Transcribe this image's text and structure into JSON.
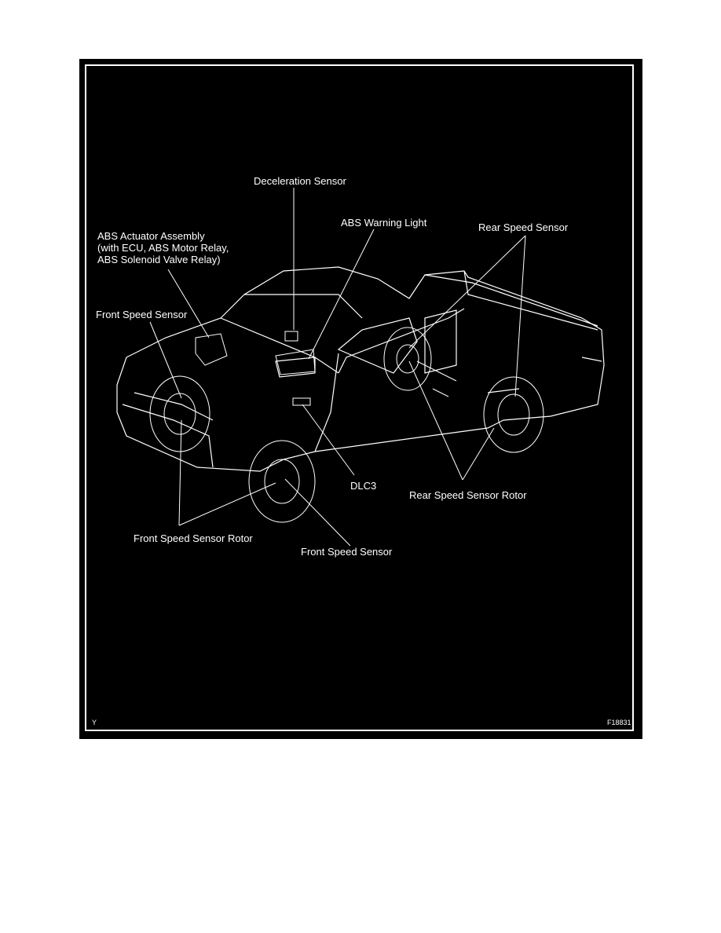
{
  "diagram": {
    "labels": {
      "deceleration_sensor": "Deceleration Sensor",
      "abs_warning_light": "ABS Warning Light",
      "rear_speed_sensor": "Rear Speed Sensor",
      "abs_actuator_line1": "ABS Actuator Assembly",
      "abs_actuator_line2": "(with ECU, ABS Motor Relay,",
      "abs_actuator_line3": "ABS Solenoid Valve Relay)",
      "front_speed_sensor_left": "Front Speed Sensor",
      "dlc3": "DLC3",
      "rear_speed_sensor_rotor": "Rear Speed Sensor Rotor",
      "front_speed_sensor_rotor": "Front Speed Sensor Rotor",
      "front_speed_sensor_bottom": "Front Speed Sensor"
    },
    "corner_left": "Y",
    "figure_id": "F18831"
  },
  "colors": {
    "background": "#000000",
    "lines": "#ffffff"
  }
}
